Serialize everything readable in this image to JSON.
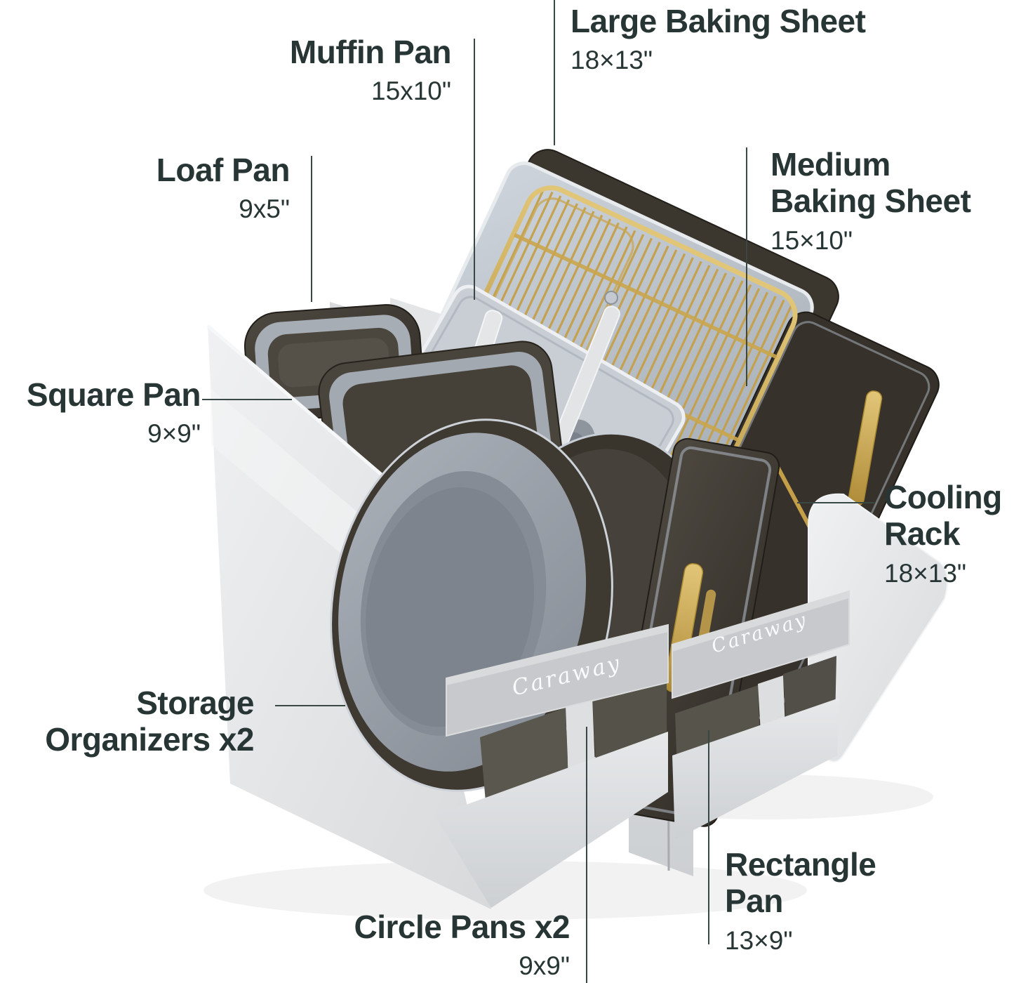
{
  "image": {
    "type": "annotated-product-photo",
    "background": "#ffffff",
    "callout_line_color": "#3a4845",
    "label_text_color": "#273634"
  },
  "product": {
    "brand": "Caraway",
    "strap_left_logo": "Caraway",
    "strap_right_logo": "Caraway",
    "colors": {
      "fabric_light": "#e9eaec",
      "fabric_mid": "#d6d8da",
      "strap": "#c7c9cc",
      "pan_dark": "#3c372f",
      "pan_gray": "#99a0a8",
      "gold": "#c9a54e"
    }
  },
  "labels": {
    "large_baking_sheet": {
      "title": "Large Baking Sheet",
      "dims": "18×13\""
    },
    "muffin_pan": {
      "title": "Muffin Pan",
      "dims": "15x10\""
    },
    "loaf_pan": {
      "title": "Loaf Pan",
      "dims": "9x5\""
    },
    "medium_baking_sheet": {
      "title": "Medium Baking Sheet",
      "dims": "15×10\""
    },
    "square_pan": {
      "title": "Square Pan",
      "dims": "9×9\""
    },
    "cooling_rack": {
      "title": "Cooling Rack",
      "dims": "18×13\""
    },
    "storage_organizers": {
      "title": "Storage Organizers x2"
    },
    "rectangle_pan": {
      "title": "Rectangle Pan",
      "dims": "13×9\""
    },
    "circle_pans": {
      "title": "Circle Pans x2",
      "dims": "9x9\""
    }
  }
}
